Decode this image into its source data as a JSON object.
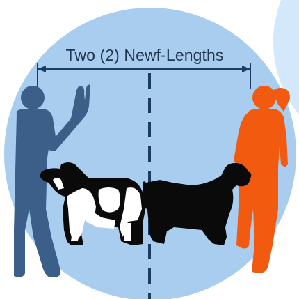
{
  "diagram": {
    "measure_label": "Two (2) Newf-Lengths",
    "colors": {
      "background_circle": "#a9cdef",
      "neighbor_circle": "#d3e9fb",
      "left_person": "#3b5f88",
      "right_person": "#f25a10",
      "midline": "#1e3c63",
      "measure_line": "#1e3c63",
      "landseer_dog_black": "#0a0a0a",
      "landseer_dog_white": "#ffffff",
      "black_dog": "#0a0a0a"
    },
    "figures": {
      "left_person": "person-raising-stop-hand",
      "right_person": "person-shading-eyes",
      "left_dog": "landseer-newfoundland-dog",
      "right_dog": "black-newfoundland-dog"
    }
  }
}
